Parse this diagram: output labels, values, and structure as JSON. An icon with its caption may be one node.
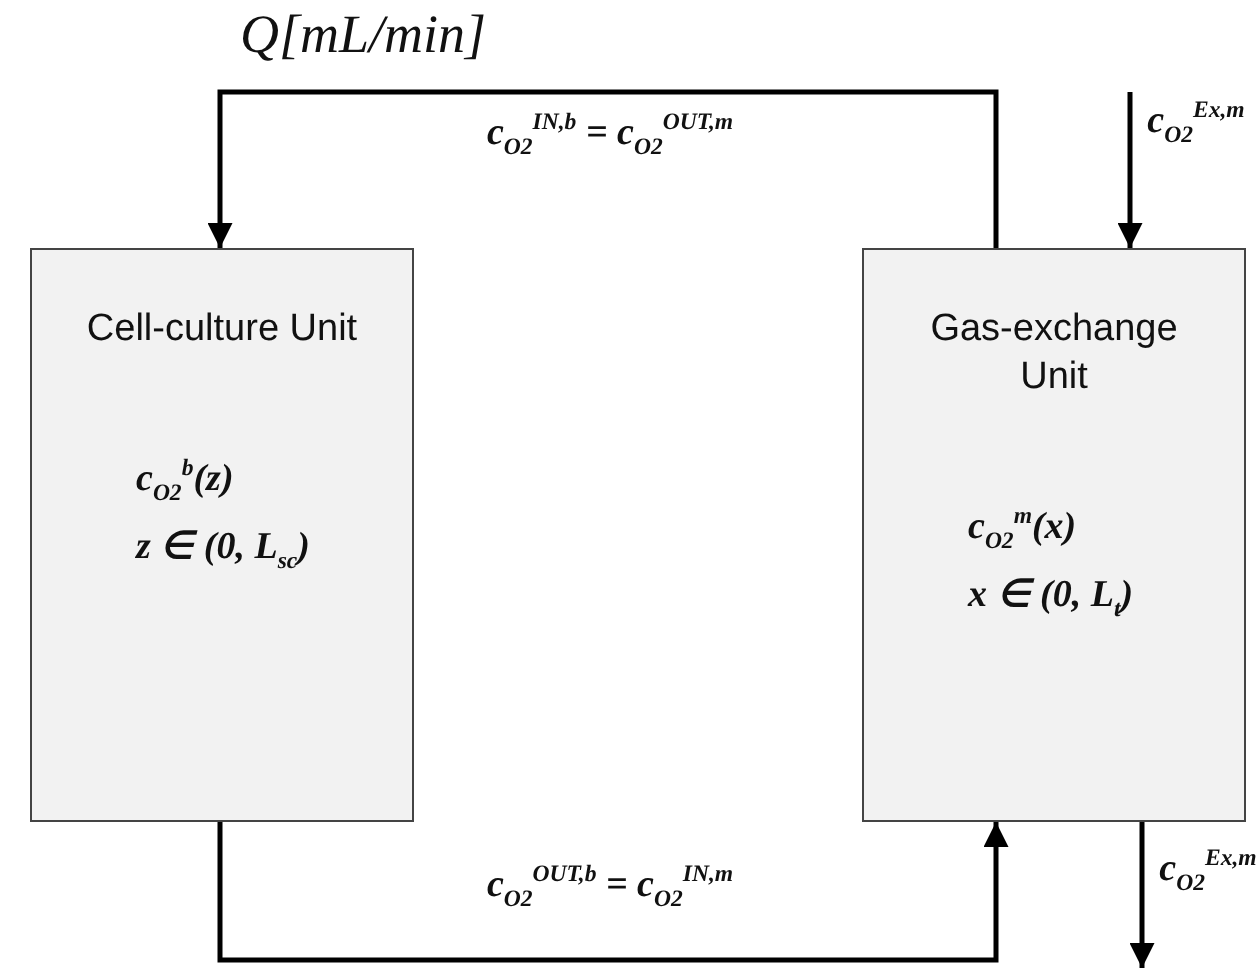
{
  "diagram": {
    "nodes": [
      {
        "text": [
          "Cell-culture Unit",
          "c$_{O2}$$^{b}$(z)",
          "z ∈ (0, L$_{sc}$)"
        ]
      },
      {
        "text": [
          "Gas-exchange Unit",
          "c$_{O2}$$^{m}$(x)",
          "x ∈ (0, L$_{t}$)"
        ]
      }
    ],
    "edges": [
      {
        "from": 1,
        "to": 0,
        "arrow": "to",
        "label": "c$_{O2}$$^{IN,b}$ = c$_{O2}$$^{OUT,m}$"
      },
      {
        "from": 0,
        "to": 1,
        "arrow": "to",
        "label": "c$_{O2}$$^{OUT,b}$ = c$_{O2}$$^{IN,m}$"
      },
      {
        "from": null,
        "to": 1,
        "arrow": "to",
        "label": "c$_{O2}$$^{Ex,m}$"
      },
      {
        "from": 1,
        "to": null,
        "arrow": "to",
        "label": "c$_{O2}$$^{Ex,m}$"
      }
    ],
    "labels": [
      "Q[mL/min]"
    ]
  }
}
